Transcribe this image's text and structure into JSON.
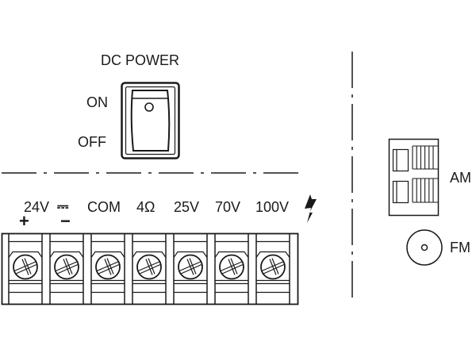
{
  "power_switch": {
    "title": "DC POWER",
    "on_label": "ON",
    "off_label": "OFF"
  },
  "terminals": {
    "labels": [
      "24V",
      "COM",
      "4Ω",
      "25V",
      "70V",
      "100V"
    ],
    "dc_symbol": "⎓",
    "plus": "+",
    "minus": "−",
    "count": 7,
    "warning_icon": "high-voltage-icon"
  },
  "antenna": {
    "am_label": "AM",
    "fm_label": "FM"
  },
  "colors": {
    "line": "#1a1a1a",
    "background": "#ffffff"
  }
}
